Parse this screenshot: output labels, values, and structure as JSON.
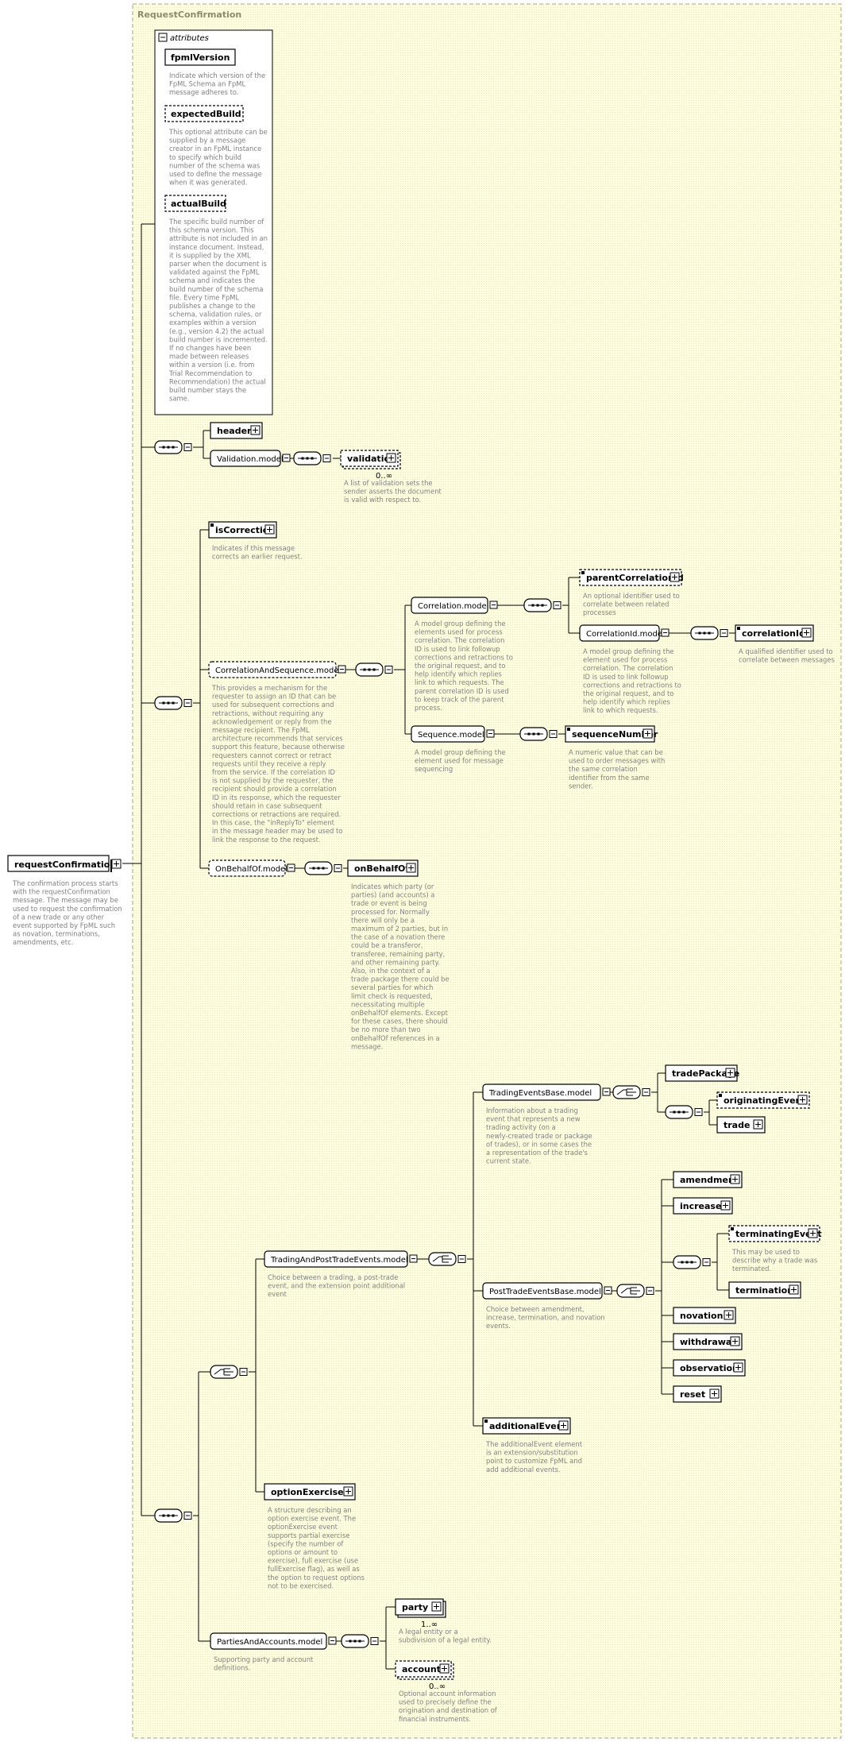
{
  "title": "RequestConfirmation",
  "attributes_label": "attributes",
  "attributes": [
    {
      "name": "fpmlVersion",
      "doc": [
        "Indicate which version of the",
        "FpML Schema an FpML",
        "message adheres to."
      ]
    },
    {
      "name": "expectedBuild",
      "doc": [
        "This optional attribute can be",
        "supplied by a message",
        "creator in an FpML instance",
        "to specify which build",
        "number of the schema was",
        "used to define the message",
        "when it was generated."
      ]
    },
    {
      "name": "actualBuild",
      "doc": [
        "The specific build number of",
        "this schema version. This",
        "attribute is not included in an",
        "instance document. Instead,",
        "it is supplied by the XML",
        "parser when the document is",
        "validated against the FpML",
        "schema and indicates the",
        "build number of the schema",
        "file. Every time FpML",
        "publishes a change to the",
        "schema, validation rules, or",
        "examples within a version",
        "(e.g., version 4.2) the actual",
        "build number is incremented.",
        "If no changes have been",
        "made between releases",
        "within a version (i.e. from",
        "Trial Recommendation to",
        "Recommendation) the actual",
        "build number stays the",
        "same."
      ]
    }
  ],
  "root": {
    "name": "requestConfirmation",
    "doc": [
      "The confirmation process starts",
      "with the requestConfirmation",
      "message. The message may be",
      "used to request the confirmation",
      "of a new trade or any other",
      "event supported by FpML such",
      "as novation, terminations,",
      "amendments, etc."
    ]
  },
  "header": {
    "name": "header"
  },
  "validation_model": {
    "name": "Validation.model"
  },
  "validation": {
    "name": "validation",
    "card": "0..∞",
    "doc": [
      "A list of validation sets the",
      "sender asserts the document",
      "is valid with respect to."
    ]
  },
  "isCorrection": {
    "name": "isCorrection",
    "doc": [
      "Indicates if this message",
      "corrects an earlier request."
    ]
  },
  "corr_seq_model": {
    "name": "CorrelationAndSequence.model",
    "doc": [
      "This provides a mechanism for the",
      "requester to assign an ID that can be",
      "used for subsequent corrections and",
      "retractions, without requiring any",
      "acknowledgement or reply from the",
      "message recipient. The FpML",
      "architecture recommends that services",
      "support this feature, because otherwise",
      "requesters cannot correct or retract",
      "requests until they receive a reply",
      "from the service. If the correlation ID",
      "is not supplied by the requester, the",
      "recipient should provide a correlation",
      "ID in its response, which the requester",
      "should retain in case subsequent",
      "corrections or retractions are required.",
      "In this case, the \"inReplyTo\" element",
      "in the message header may be used to",
      "link the response to the request."
    ]
  },
  "correlation_model": {
    "name": "Correlation.model",
    "doc": [
      "A model group defining the",
      "elements used for process",
      "correlation. The correlation",
      "ID is used to link followup",
      "corrections and retractions to",
      "the original request, and to",
      "help identify which replies",
      "link to which requests. The",
      "parent correlation ID is used",
      "to keep track of the parent",
      "process."
    ]
  },
  "parentCorrelationId": {
    "name": "parentCorrelationId",
    "doc": [
      "An optional identifier used to",
      "correlate between related",
      "processes"
    ]
  },
  "correlationId_model": {
    "name": "CorrelationId.model",
    "doc": [
      "A model group defining the",
      "element used for process",
      "correlation. The correlation",
      "ID is used to link followup",
      "corrections and retractions to",
      "the original request, and to",
      "help identify which replies",
      "link to which requests."
    ]
  },
  "correlationId": {
    "name": "correlationId",
    "doc": [
      "A qualified identifier used to",
      "correlate between messages"
    ]
  },
  "sequence_model": {
    "name": "Sequence.model",
    "doc": [
      "A model group defining the",
      "element used for message",
      "sequencing"
    ]
  },
  "sequenceNumber": {
    "name": "sequenceNumber",
    "doc": [
      "A numeric value that can be",
      "used to order messages with",
      "the same correlation",
      "identifier from the same",
      "sender."
    ]
  },
  "onBehalfOf_model": {
    "name": "OnBehalfOf.model"
  },
  "onBehalfOf": {
    "name": "onBehalfOf",
    "doc": [
      "Indicates which party (or",
      "parties) (and accounts) a",
      "trade or event is being",
      "processed for. Normally",
      "there will only be a",
      "maximum of 2 parties, but in",
      "the case of a novation there",
      "could be a transferor,",
      "transferee, remaining party,",
      "and other remaining party.",
      "Also, in the context of a",
      "trade package there could be",
      "several parties for which",
      "limit check is requested,",
      "necessitating multiple",
      "onBehalfOf elements. Except",
      "for these cases, there should",
      "be no more than two",
      "onBehalfOf references in a",
      "message."
    ]
  },
  "trading_post": {
    "name": "TradingAndPostTradeEvents.model",
    "doc": [
      "Choice between a trading, a post-trade",
      "event, and the extension point additional",
      "event"
    ]
  },
  "trading_base": {
    "name": "TradingEventsBase.model",
    "doc": [
      "Information about a trading",
      "event that represents a new",
      "trading activity (on a",
      "newly-created trade or package",
      "of trades), or in some cases the",
      "a representation of the trade's",
      "current state."
    ]
  },
  "tradePackage": {
    "name": "tradePackage"
  },
  "originatingEvent": {
    "name": "originatingEvent"
  },
  "trade": {
    "name": "trade"
  },
  "post_base": {
    "name": "PostTradeEventsBase.model",
    "doc": [
      "Choice between amendment,",
      "increase, termination, and novation",
      "events."
    ]
  },
  "amendment": {
    "name": "amendment"
  },
  "increase": {
    "name": "increase"
  },
  "terminatingEvent": {
    "name": "terminatingEvent",
    "doc": [
      "This may be used to",
      "describe why a trade was",
      "terminated."
    ]
  },
  "termination": {
    "name": "termination"
  },
  "novation": {
    "name": "novation"
  },
  "withdrawal": {
    "name": "withdrawal"
  },
  "observation": {
    "name": "observation"
  },
  "reset": {
    "name": "reset"
  },
  "additionalEvent": {
    "name": "additionalEvent",
    "doc": [
      "The additionalEvent element",
      "is an extension/substitution",
      "point to customize FpML and",
      "add additional events."
    ]
  },
  "optionExercise": {
    "name": "optionExercise",
    "doc": [
      "A structure describing an",
      "option exercise event. The",
      "optionExercise event",
      "supports partial exercise",
      "(specify the number of",
      "options or amount to",
      "exercise), full exercise (use",
      "fullExercise flag), as well as",
      "the option to request options",
      "not to be exercised."
    ]
  },
  "parties_model": {
    "name": "PartiesAndAccounts.model",
    "doc": [
      "Supporting party and account",
      "definitions."
    ]
  },
  "party": {
    "name": "party",
    "card": "1..∞",
    "doc": [
      "A legal entity or a",
      "subdivision of a legal entity."
    ]
  },
  "account": {
    "name": "account",
    "card": "0..∞",
    "doc": [
      "Optional account information",
      "used to precisely define the",
      "origination and destination of",
      "financial instruments."
    ]
  }
}
